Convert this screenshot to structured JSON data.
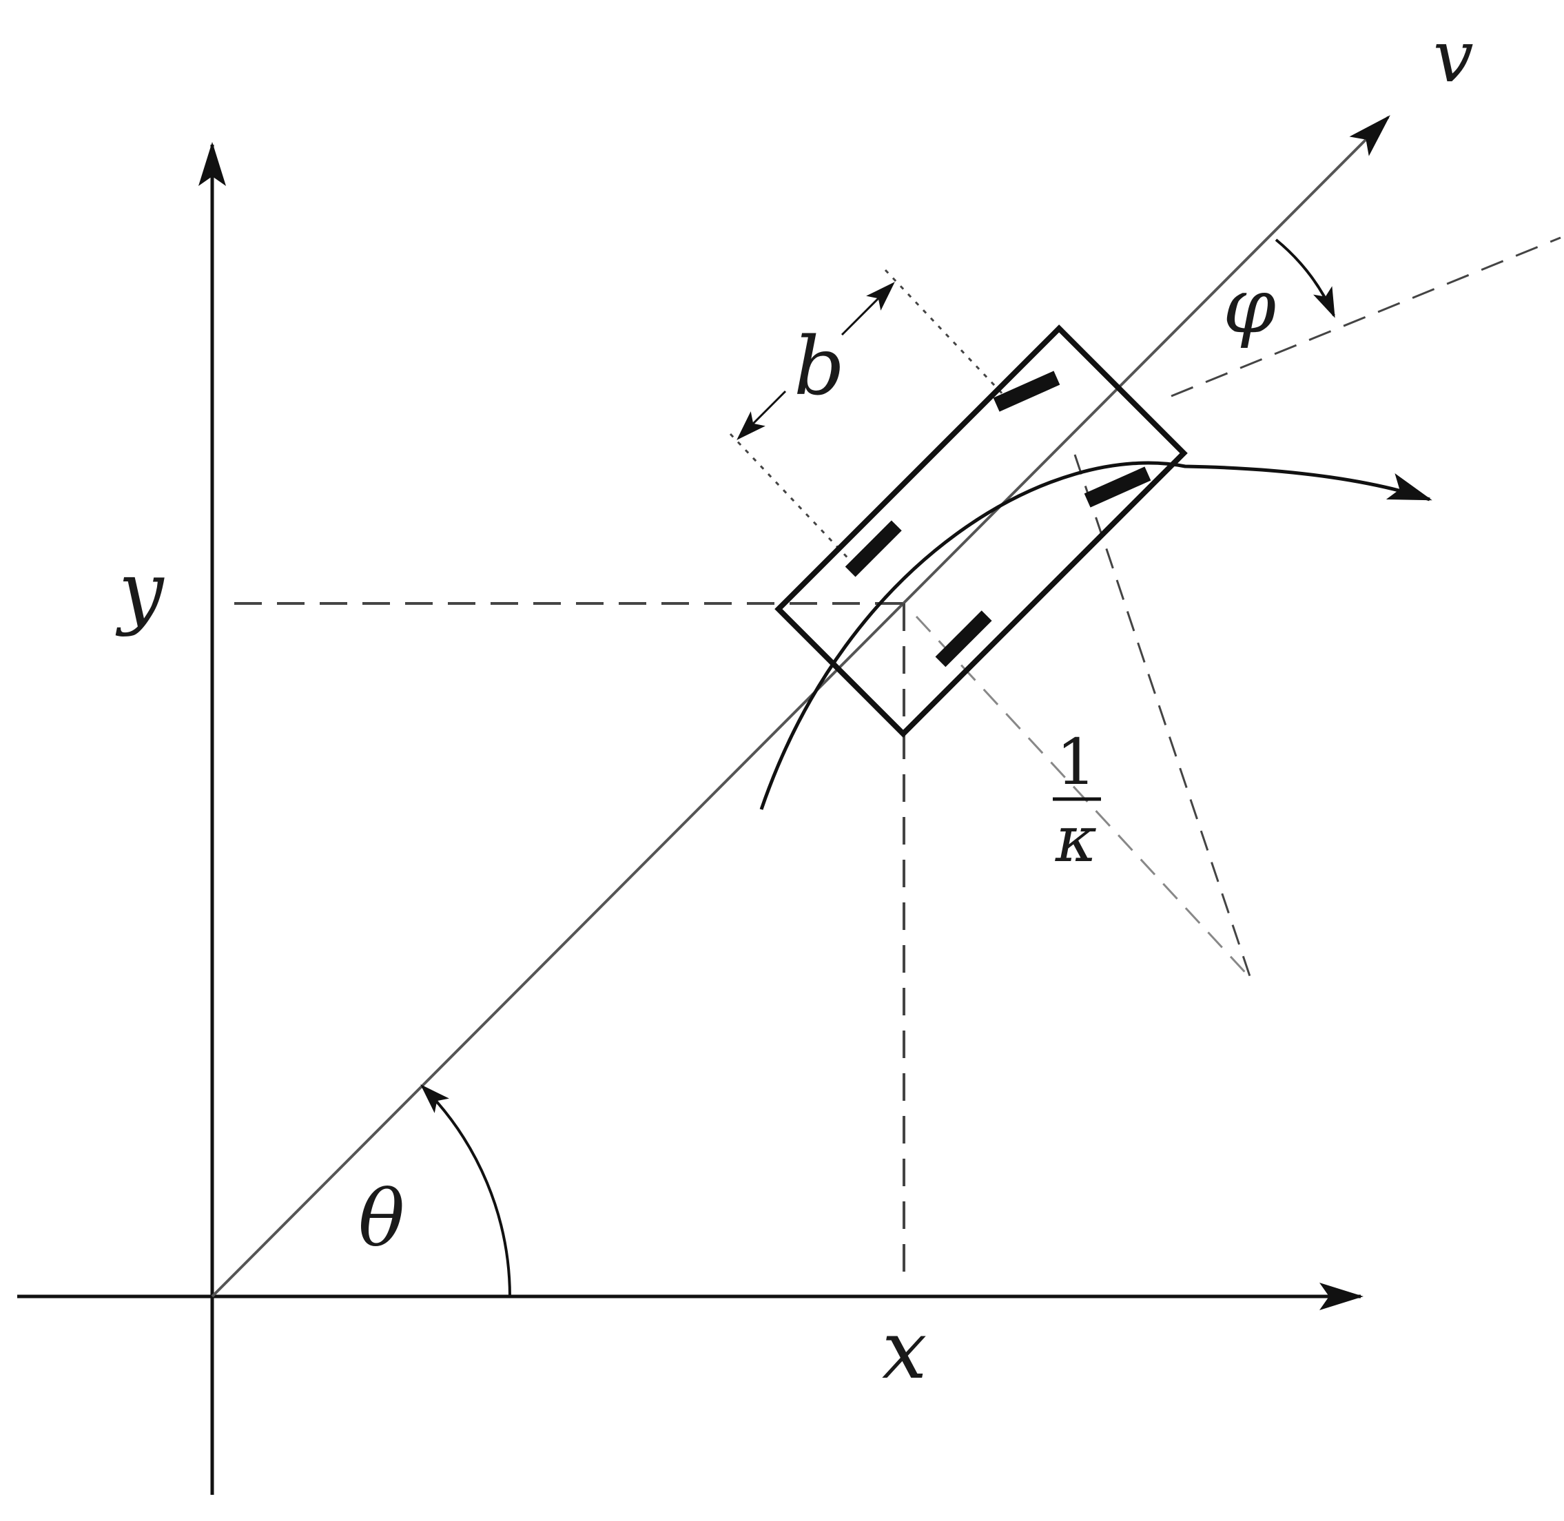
{
  "labels": {
    "v": "v",
    "phi": "φ",
    "b": "b",
    "y": "y",
    "x": "x",
    "theta": "θ",
    "frac_num": "1",
    "frac_den": "κ"
  }
}
